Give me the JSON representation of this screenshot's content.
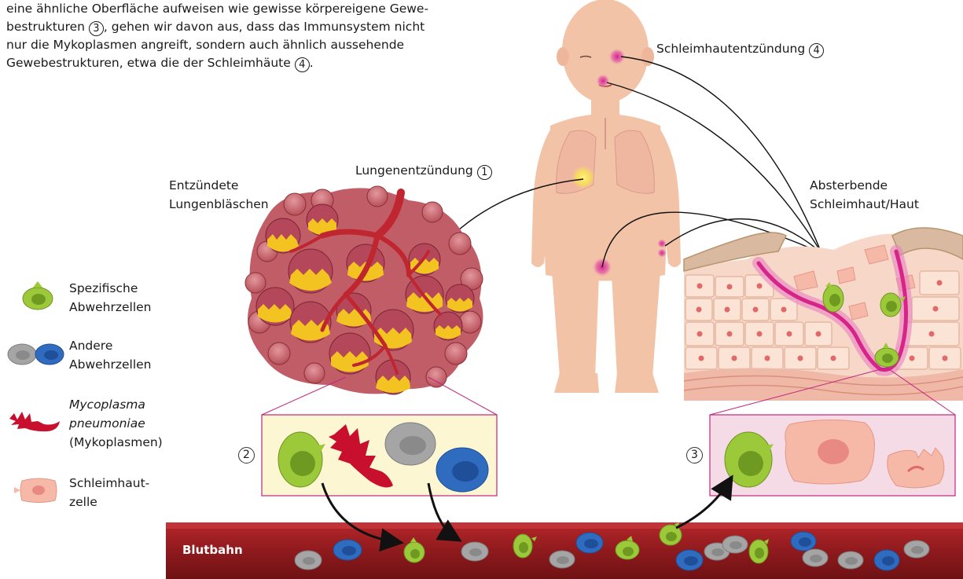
{
  "intro": {
    "line1": "eine ähnliche Oberfläche aufweisen wie gewisse körpereigene Gewe-",
    "line2a": "bestrukturen ",
    "line2_num": "3",
    "line2b": ", gehen wir davon aus, dass das Immunsystem nicht",
    "line3": "nur die Mykoplasmen angreift, sondern auch ähnlich aussehende",
    "line4a": "Gewebestrukturen, etwa die der Schleimhäute ",
    "line4_num": "4",
    "line4b": "."
  },
  "labels": {
    "schleimhaut": "Schleimhautentzündung",
    "schleimhaut_num": "4",
    "lungen": "Lungenentzündung",
    "lungen_num": "1",
    "entz_line1": "Entzündete",
    "entz_line2": "Lungenbläschen",
    "abst_line1": "Absterbende",
    "abst_line2": "Schleimhaut/Haut",
    "box2_num": "2",
    "box3_num": "3",
    "blutbahn": "Blutbahn"
  },
  "legend": [
    {
      "icon": "specific-defense-cell-icon",
      "line1": "Spezifische",
      "line2": "Abwehrzellen",
      "italic": false
    },
    {
      "icon": "other-defense-cells-icon",
      "line1": "Andere",
      "line2": "Abwehrzellen",
      "italic": false
    },
    {
      "icon": "mycoplasma-icon",
      "line1": "Mycoplasma",
      "line2": "pneumoniae",
      "line3": "(Mykoplasmen)",
      "italic": true
    },
    {
      "icon": "mucosa-cell-icon",
      "line1": "Schleimhaut-",
      "line2": "zelle",
      "italic": false
    }
  ],
  "colors": {
    "green_cell": "#9cc93a",
    "blue_cell": "#2f6cc0",
    "grey_cell": "#a5a5a5",
    "mycoplasma": "#c8102e",
    "mucosa": "#f2b7a6",
    "bloodstream": "#9b1c1f",
    "inflammation": "#d6248a",
    "box2_bg": "#fdf6d3",
    "box3_bg": "#f4dbe6",
    "skin": "#f3c3a8"
  }
}
